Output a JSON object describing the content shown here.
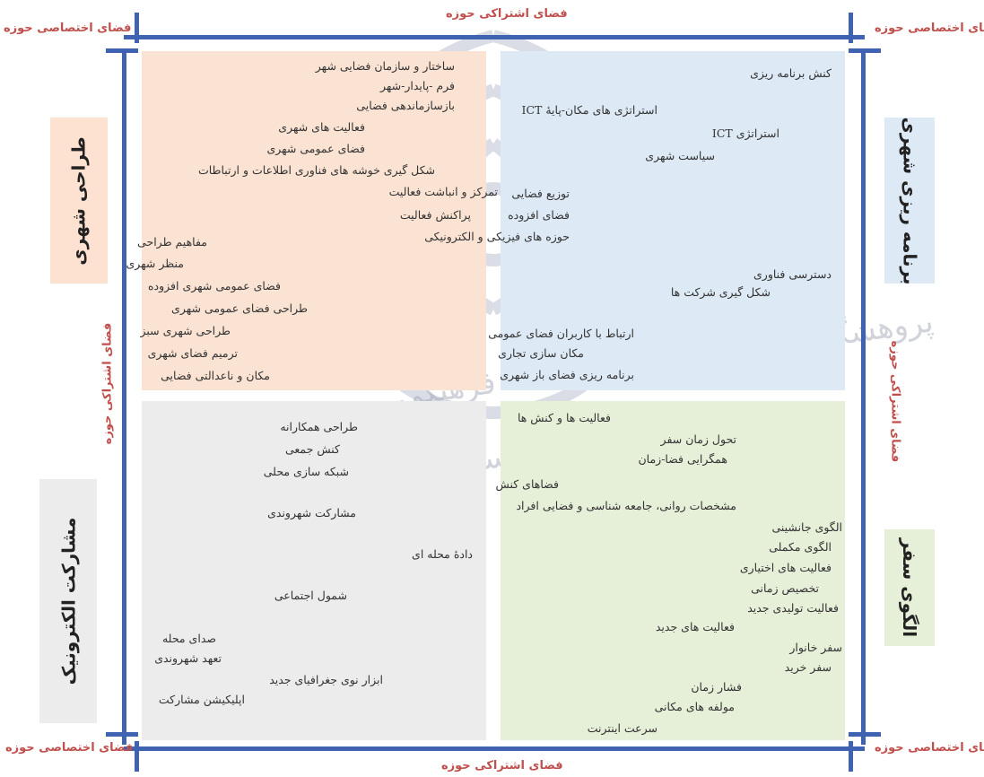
{
  "frame": {
    "private_label": "فضای اختصاصی حوزه",
    "shared_label": "فضای اشتراکی حوزه",
    "line_color": "#3f63b0",
    "label_color": "#c0504d"
  },
  "sides": {
    "top_left": "طراحی شهری",
    "bottom_left": "مشارکت الکترونیک",
    "top_right": "برنامه ریزی شهری",
    "bottom_right": "الگوی سفر"
  },
  "quadrants": {
    "top_left": [
      "ساختار و سازمان فضایی شهر",
      "فرم -پایدار-شهر",
      "بازسازماندهی فضایی",
      "فعالیت های شهری",
      "فضای عمومی شهری",
      "شکل گیری خوشه های فناوری اطلاعات و ارتباطات",
      "تمرکز و انباشت فعالیت",
      "پراکنش فعالیت",
      "مفاهیم طراحی",
      "منظر شهری",
      "فضای عمومی شهری افزوده",
      "طراحی فضای عمومی شهری",
      "طراحی شهری سبز",
      "ترمیم فضای شهری",
      "مکان و ناعدالتی فضایی"
    ],
    "top_right": [
      "کنش برنامه ریزی",
      "استراتژی های مکان-پایهٔ ICT",
      "استراتژی ICT",
      "سیاست شهری",
      "توزیع فضایی",
      "فضای افزوده",
      "حوزه های فیزیکی و الکترونیکی",
      "دسترسی فناوری",
      "شکل گیری شرکت ها",
      "ارتباط با کاربران فضای عمومی",
      "مکان سازی تجاری",
      "برنامه ریزی فضای باز شهری"
    ],
    "bottom_left": [
      "طراحی همکارانه",
      "کنش جمعی",
      "شبکه سازی محلی",
      "مشارکت شهروندی",
      "دادهٔ محله ای",
      "شمول اجتماعی",
      "صدای محله",
      "تعهد شهروندی",
      "ابزار نوی جغرافیای جدید",
      "اپلیکیشن مشارکت"
    ],
    "bottom_right": [
      "فعالیت ها و کنش ها",
      "تحول زمان سفر",
      "همگرایی فضا-زمان",
      "فضاهای کنش",
      "مشخصات روانی، جامعه شناسی و فضایی افراد",
      "الگوی جانشینی",
      "الگوی مکملی",
      "فعالیت های اختیاری",
      "تخصیص زمانی",
      "فعالیت تولیدی جدید",
      "فعالیت های جدید",
      "سفر خانوار",
      "سفر خرید",
      "فشار زمان",
      "مولفه های مکانی",
      "سرعت اینترنت"
    ]
  }
}
